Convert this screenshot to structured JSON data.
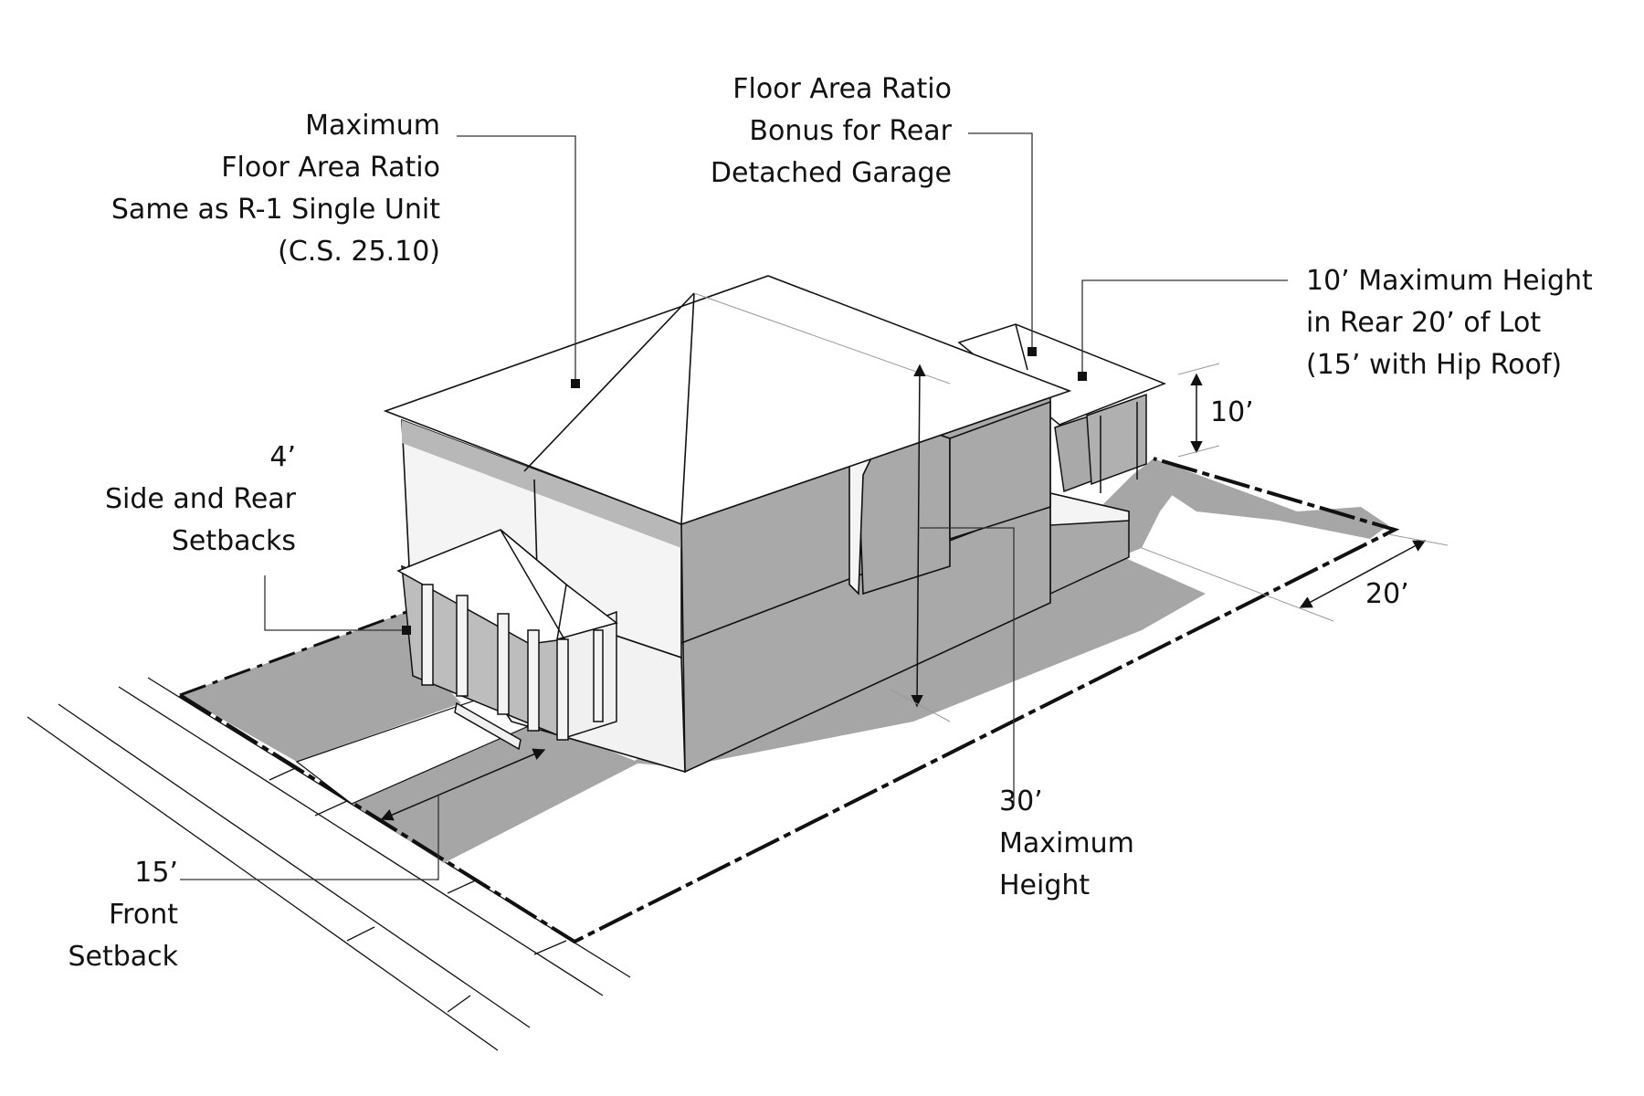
{
  "diagram": {
    "title": "Zoning envelope diagram: house with rear detached garage",
    "colors": {
      "background": "#ffffff",
      "ground_shade": "#a6a6a6",
      "wall_shade": "#a9a9a9",
      "wall_light": "#f4f4f4",
      "roof": "#ffffff",
      "line": "#111111",
      "leader": "#333333"
    },
    "callouts": {
      "max_far": {
        "lines": [
          "Maximum",
          "Floor Area Ratio",
          "Same as R-1 Single Unit",
          "(C.S. 25.10)"
        ]
      },
      "far_bonus": {
        "lines": [
          "Floor Area Ratio",
          "Bonus for Rear",
          "Detached Garage"
        ]
      },
      "rear_height": {
        "lines": [
          "10’ Maximum Height",
          "in Rear 20’ of Lot",
          "(15’ with Hip Roof)"
        ]
      },
      "side_rear_setbacks": {
        "lines": [
          "4’",
          "Side and Rear",
          "Setbacks"
        ]
      },
      "front_setback": {
        "lines": [
          "15’",
          "Front",
          "Setback"
        ]
      },
      "max_height": {
        "lines": [
          "30’",
          "Maximum",
          "Height"
        ]
      }
    },
    "dimensions": {
      "garage_height": "10’",
      "rear_zone_depth": "20’"
    }
  }
}
